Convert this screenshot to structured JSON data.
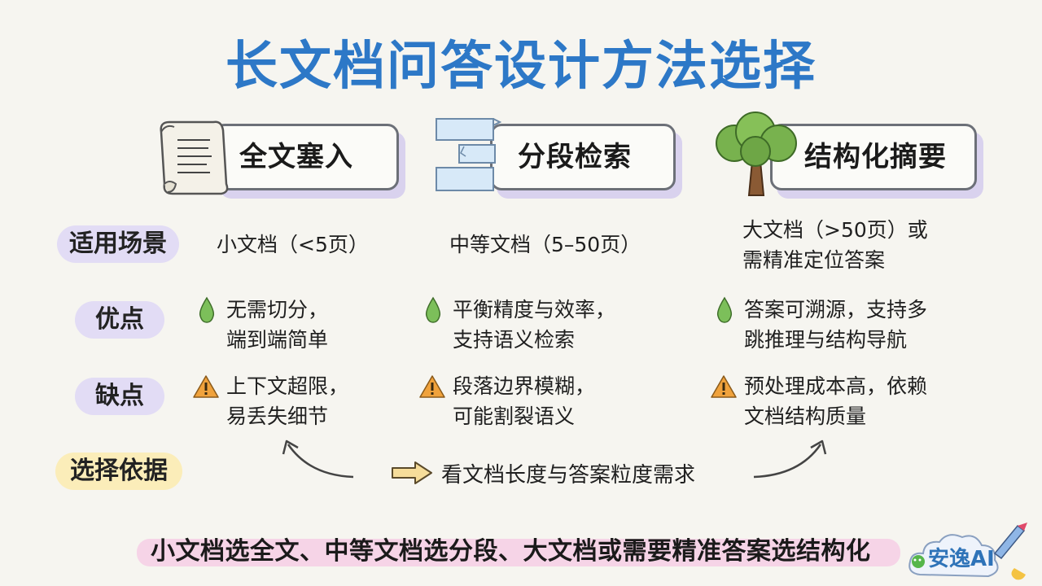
{
  "title": "长文档问答设计方法选择",
  "methods": [
    {
      "label": "全文塞入",
      "icon": "scroll-icon"
    },
    {
      "label": "分段检索",
      "icon": "segmented-blocks-icon"
    },
    {
      "label": "结构化摘要",
      "icon": "tree-icon"
    }
  ],
  "row_labels": {
    "scenario": "适用场景",
    "pros": "优点",
    "cons": "缺点",
    "basis": "选择依据"
  },
  "scenario": [
    [
      "小文档（<5页）"
    ],
    [
      "中等文档（5–50页）"
    ],
    [
      "大文档（>50页）或",
      "需精准定位答案"
    ]
  ],
  "pros": [
    [
      "无需切分，",
      "端到端简单"
    ],
    [
      "平衡精度与效率，",
      "支持语义检索"
    ],
    [
      "答案可溯源，支持多",
      "跳推理与结构导航"
    ]
  ],
  "cons": [
    [
      "上下文超限，",
      "易丢失细节"
    ],
    [
      "段落边界模糊，",
      "可能割裂语义"
    ],
    [
      "预处理成本高，依赖",
      "文档结构质量"
    ]
  ],
  "criterion": "看文档长度与答案粒度需求",
  "footer": "小文档选全文、中等文档选分段、大文档或需要精准答案选结构化",
  "logo": {
    "text": "安逸AI"
  },
  "colors": {
    "title": "#2d78c7",
    "pro_drop": "#7cbf5a",
    "warning": "#f0a23c",
    "tag_purple": "#e2dcf5",
    "tag_yellow": "#fbedb9",
    "footer_highlight": "#f6d4e7"
  }
}
